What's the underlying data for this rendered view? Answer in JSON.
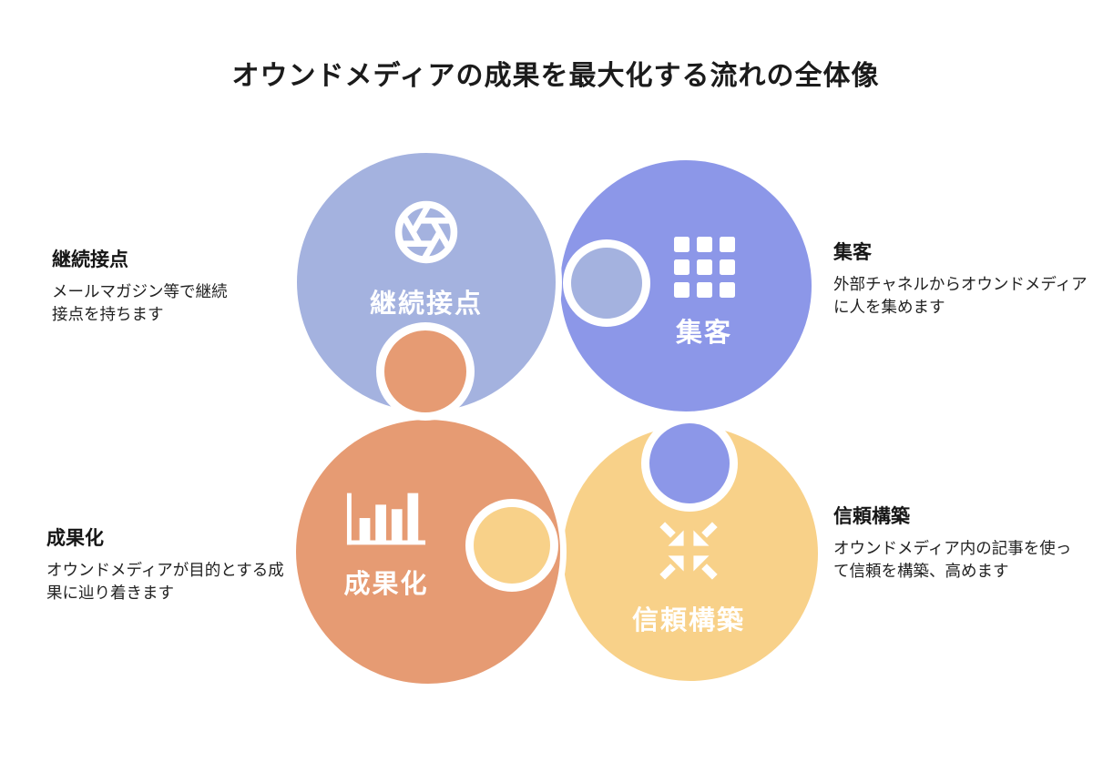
{
  "title": "オウンドメディアの成果を最大化する流れの全体像",
  "palette": {
    "keizoku_blue": "#A4B2DF",
    "shukyaku_blue": "#8C97E8",
    "seika_orange": "#E69B73",
    "shinrai_yellow": "#F8D189",
    "text_white": "#FFFFFF",
    "title_black": "#1B1B1B"
  },
  "nodes": [
    {
      "id": "keizoku-setten",
      "label": "継続接点",
      "icon": "aperture-icon",
      "color": "#A4B2DF",
      "heading": "継続接点",
      "desc": [
        "メールマガジン等で継続",
        "接点を持ちます"
      ]
    },
    {
      "id": "shukyaku",
      "label": "集客",
      "icon": "grid-icon",
      "color": "#8C97E8",
      "heading": "集客",
      "desc": [
        "外部チャネルからオウンドメディア",
        "に人を集めます"
      ]
    },
    {
      "id": "seika",
      "label": "成果化",
      "icon": "bar-chart-icon",
      "color": "#E69B73",
      "heading": "成果化",
      "desc": [
        "オウンドメディアが目的とする成",
        "果に辿り着きます"
      ]
    },
    {
      "id": "shinrai-kochiku",
      "label": "信頼構築",
      "icon": "collapse-arrows-icon",
      "color": "#F8D189",
      "heading": "信頼構築",
      "desc": [
        "オウンドメディア内の記事を使っ",
        "て信頼を構築、高めます"
      ]
    }
  ],
  "connectors": [
    {
      "id": "keizoku-into-shukyaku",
      "color": "#A4B2DF"
    },
    {
      "id": "seika-into-keizoku",
      "color": "#E69B73"
    },
    {
      "id": "shinrai-into-seika",
      "color": "#F8D189"
    },
    {
      "id": "shukyaku-into-shinrai",
      "color": "#8C97E8"
    }
  ]
}
